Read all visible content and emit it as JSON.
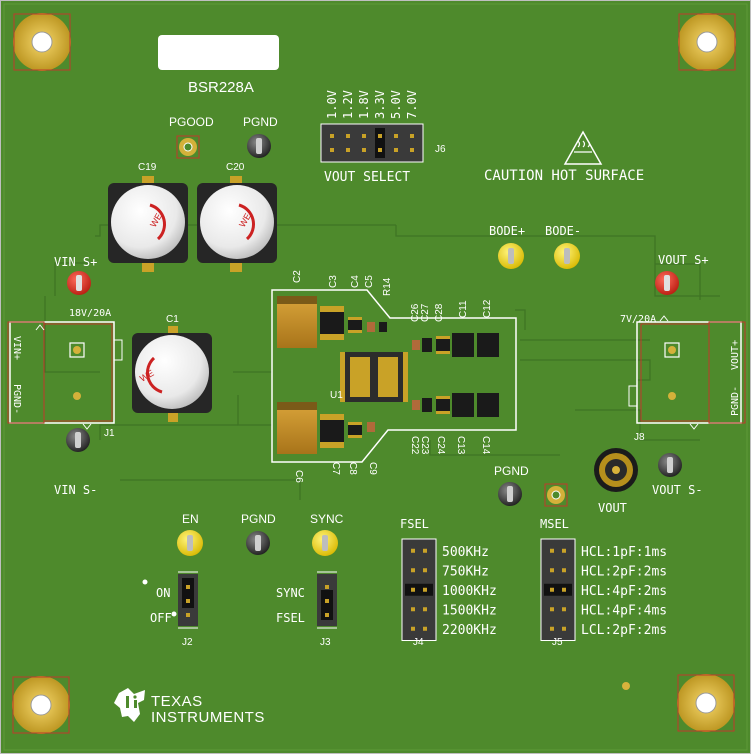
{
  "board": {
    "name": "BSR228A",
    "caution": "CAUTION HOT SURFACE"
  },
  "connectors": {
    "j1": {
      "ref": "J1",
      "rating": "18V/20A",
      "pin1": "VIN+",
      "pin2": "PGND-"
    },
    "j8": {
      "ref": "J8",
      "rating": "7V/20A",
      "pin1": "VOUT+",
      "pin2": "PGND-"
    }
  },
  "testpoints": {
    "pgood": "PGOOD",
    "pgnd_top": "PGND",
    "vin_sp": "VIN S+",
    "vin_sm": "VIN S-",
    "bode_p": "BODE+",
    "bode_m": "BODE-",
    "vout_sp": "VOUT S+",
    "vout_sm": "VOUT S-",
    "pgnd_mid": "PGND",
    "vout": "VOUT",
    "en": "EN",
    "pgnd_bot": "PGND",
    "sync": "SYNC"
  },
  "j6": {
    "ref": "J6",
    "title": "VOUT SELECT",
    "options": [
      "1.0V",
      "1.2V",
      "1.8V",
      "3.3V",
      "5.0V",
      "7.0V"
    ],
    "selected_index": 3
  },
  "j2": {
    "ref": "J2",
    "on": "ON",
    "off": "OFF"
  },
  "j3": {
    "ref": "J3",
    "sync": "SYNC",
    "fsel": "FSEL"
  },
  "j4": {
    "ref": "J4",
    "title": "FSEL",
    "options": [
      "500KHz",
      "750KHz",
      "1000KHz",
      "1500KHz",
      "2200KHz"
    ],
    "selected_index": 2
  },
  "j5": {
    "ref": "J5",
    "title": "MSEL",
    "options": [
      "HCL:1pF:1ms",
      "HCL:2pF:2ms",
      "HCL:4pF:2ms",
      "HCL:4pF:4ms",
      "LCL:2pF:2ms"
    ],
    "selected_index": 2
  },
  "refdes": {
    "c1": "C1",
    "c2": "C2",
    "c3": "C3",
    "c4": "C4",
    "c5": "C5",
    "r14": "R14",
    "c6": "C6",
    "c7": "C7",
    "c8": "C8",
    "c9": "C9",
    "c11": "C11",
    "c12": "C12",
    "c13": "C13",
    "c14": "C14",
    "c19": "C19",
    "c20": "C20",
    "c22": "C22",
    "c23": "C23",
    "c24": "C24",
    "c26": "C26",
    "c27": "C27",
    "c28": "C28",
    "u1": "U1"
  },
  "logo": {
    "line1": "Texas",
    "line2": "Instruments"
  },
  "colors": {
    "board": "#4e8a2c",
    "copper": "#3f7424",
    "silk": "#ffffff",
    "gold": "#c9a227",
    "header": "#3a3a3a"
  }
}
